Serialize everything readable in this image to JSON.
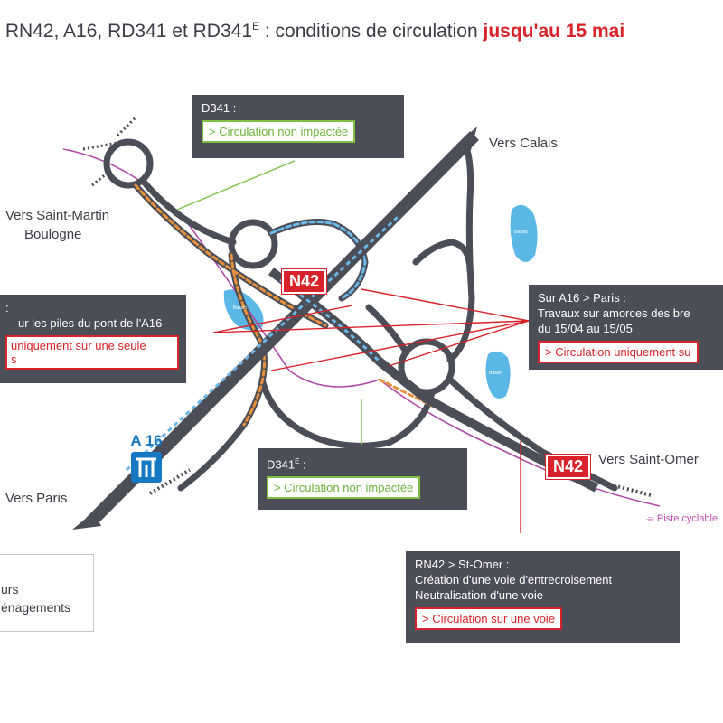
{
  "title": {
    "main": "RN42, A16, RD341 et RD341",
    "sup": "E",
    "rest": " : conditions de circulation ",
    "highlight": "jusqu'au 15 mai"
  },
  "places": {
    "calais": "Vers Calais",
    "saint_martin_1": "Vers Saint-Martin",
    "saint_martin_2": "Boulogne",
    "paris": "Vers Paris",
    "saint_omer": "Vers Saint-Omer",
    "piste": "Piste cyclable"
  },
  "road_badges": {
    "n42_top": "N42",
    "n42_bottom": "N42",
    "a16": "A 16"
  },
  "ponds": [
    "Bassin",
    "Bassin",
    "Bassin"
  ],
  "boxes": {
    "d341": {
      "title": "D341 :",
      "tag": "> Circulation non impactée"
    },
    "a16_left": {
      "line1": ":",
      "line2": "ur les piles du pont de l'A16",
      "tag1": "uniquement sur une seule",
      "tag2": "s"
    },
    "a16_right": {
      "line1": "Sur A16 > Paris :",
      "line2": "Travaux sur amorces des bre",
      "line3": "du 15/04 au 15/05",
      "tag": "> Circulation uniquement su"
    },
    "d341e": {
      "title": "D341",
      "sup": "E",
      "title_rest": " :",
      "tag": "> Circulation non impactée"
    },
    "rn42": {
      "line1": "RN42 > St-Omer :",
      "line2": "Création d'une voie d'entrecroisement",
      "line3": "Neutralisation d'une voie",
      "tag": "> Circulation sur une voie"
    }
  },
  "legend": {
    "line1": "urs",
    "line2": "énagements"
  },
  "colors": {
    "road": "#4b4d57",
    "works": "#e8913a",
    "works_blue": "#6ab7e8",
    "red": "#d8232a",
    "green": "#7cc143",
    "blue": "#1678c2",
    "cycle": "#b04aa8",
    "pond": "#5bb8e6"
  }
}
